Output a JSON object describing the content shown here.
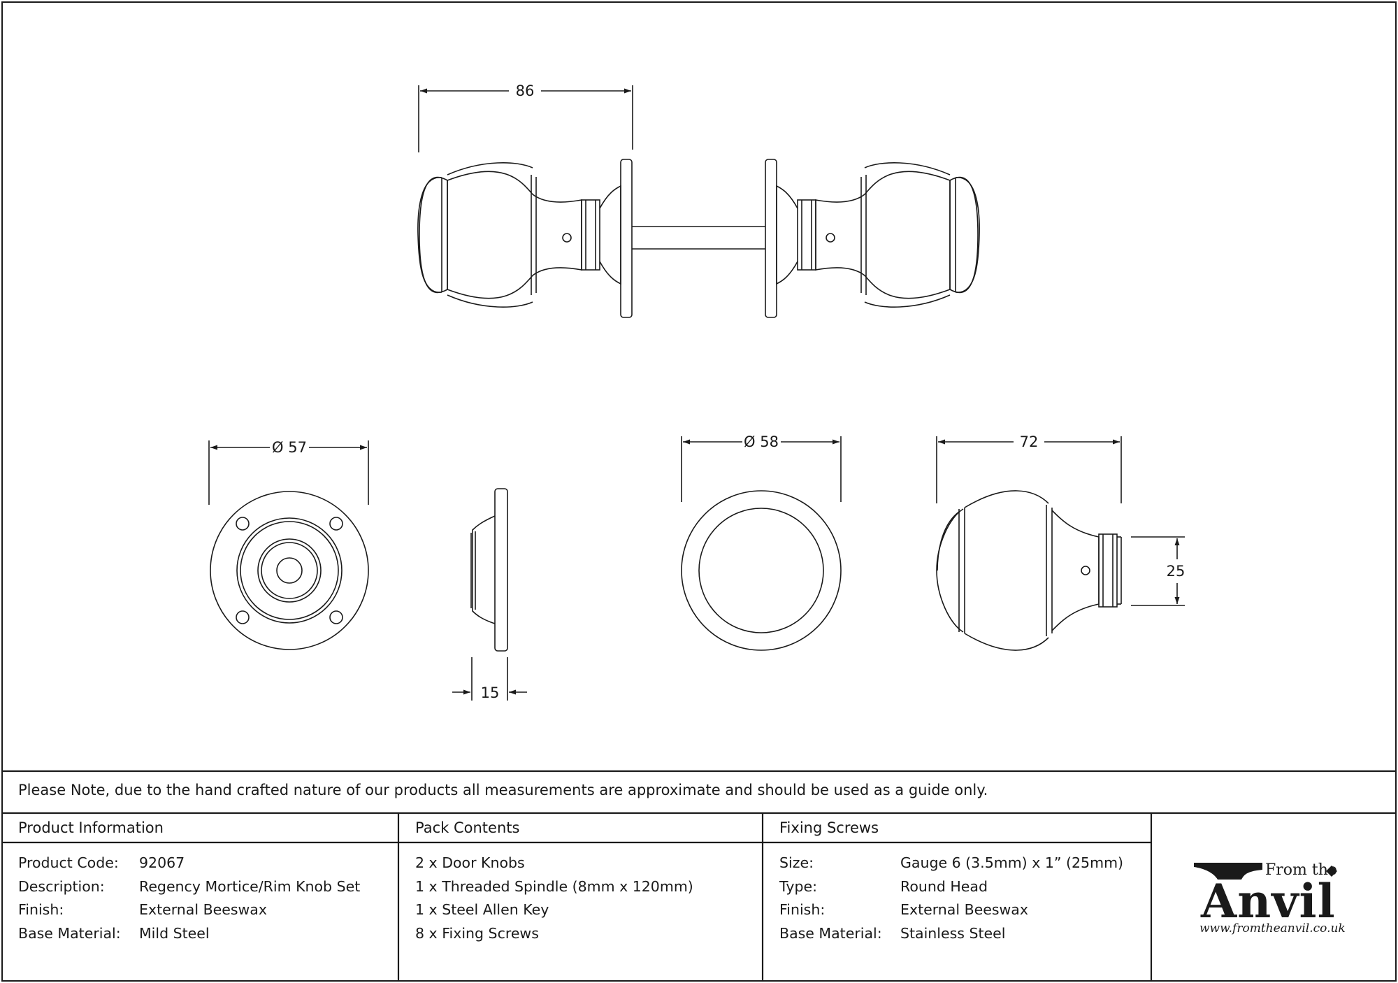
{
  "dimensions": {
    "overall_width": "86",
    "rose_diameter": "Ø 57",
    "rose_depth": "15",
    "knob_diameter": "Ø 58",
    "knob_length": "72",
    "neck_height": "25"
  },
  "note": "Please Note, due to the hand crafted nature of our products all measurements are approximate and should be used as a guide only.",
  "product_information": {
    "heading": "Product Information",
    "rows": [
      {
        "label": "Product Code:",
        "value": "92067"
      },
      {
        "label": "Description:",
        "value": "Regency Mortice/Rim Knob Set"
      },
      {
        "label": "Finish:",
        "value": "External Beeswax"
      },
      {
        "label": "Base Material:",
        "value": "Mild Steel"
      }
    ]
  },
  "pack_contents": {
    "heading": "Pack Contents",
    "items": [
      "2 x Door Knobs",
      "1 x Threaded Spindle (8mm x 120mm)",
      "1 x Steel Allen Key",
      "8 x Fixing Screws"
    ]
  },
  "fixing_screws": {
    "heading": "Fixing Screws",
    "rows": [
      {
        "label": "Size:",
        "value": "Gauge 6 (3.5mm) x 1” (25mm)"
      },
      {
        "label": "Type:",
        "value": "Round Head"
      },
      {
        "label": "Finish:",
        "value": "External Beeswax"
      },
      {
        "label": "Base Material:",
        "value": "Stainless Steel"
      }
    ]
  },
  "brand": {
    "from": "From the",
    "name": "Anvil",
    "url": "www.fromtheanvil.co.uk"
  }
}
